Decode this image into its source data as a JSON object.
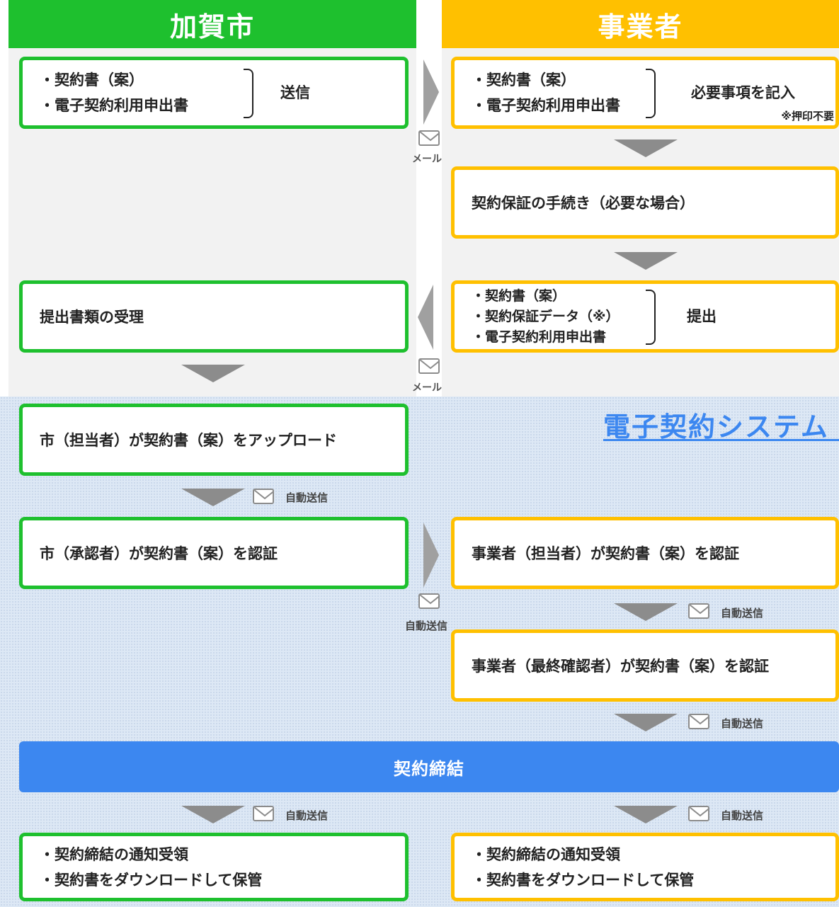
{
  "headers": {
    "city": "加賀市",
    "business": "事業者"
  },
  "city": {
    "send_items": [
      "・契約書（案）",
      "・電子契約利用申出書"
    ],
    "send_label": "送信",
    "receive_docs": "提出書類の受理",
    "upload": "市（担当者）が契約書（案）をアップロード",
    "approve": "市（承認者）が契約書（案）を認証",
    "final_items": [
      "・契約締結の通知受領",
      "・契約書をダウンロードして保管"
    ]
  },
  "business": {
    "fill_items": [
      "・契約書（案）",
      "・電子契約利用申出書"
    ],
    "fill_label": "必要事項を記入",
    "fill_note": "※押印不要",
    "guarantee": "契約保証の手続き（必要な場合）",
    "submit_items": [
      "・契約書（案）",
      "・契約保証データ（※）",
      "・電子契約利用申出書"
    ],
    "submit_label": "提出",
    "auth_staff": "事業者（担当者）が契約書（案）を認証",
    "auth_final": "事業者（最終確認者）が契約書（案）を認証",
    "final_items": [
      "・契約締結の通知受領",
      "・契約書をダウンロードして保管"
    ]
  },
  "labels": {
    "mail": "メール",
    "auto_send": "自動送信"
  },
  "system_title": "電子契約システム",
  "conclusion": "契約締結",
  "colors": {
    "city": "#1ec02e",
    "business": "#ffc000",
    "system": "#3c87f0",
    "arrow": "#8c8c8c"
  }
}
